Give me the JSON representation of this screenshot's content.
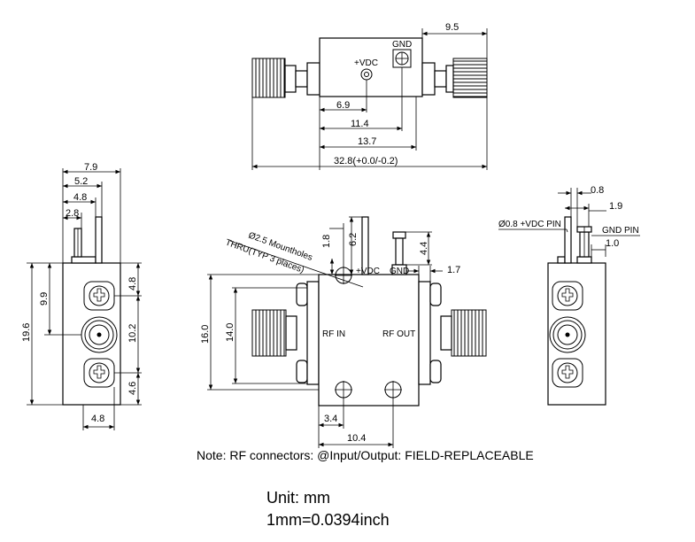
{
  "top_view": {
    "vdc_label": "+VDC",
    "gnd_label": "GND",
    "dim_connector": "9.5",
    "dim_vdc": "6.9",
    "dim_gnd": "11.4",
    "dim_body": "13.7",
    "dim_overall": "32.8(+0.0/-0.2)"
  },
  "left_view": {
    "dim_width": "7.9",
    "dim_a": "5.2",
    "dim_b": "4.8",
    "dim_c": "2.8",
    "dim_height": "19.6",
    "dim_upper": "9.9",
    "dim_top_screw": "4.8",
    "dim_center": "10.2",
    "dim_bottom_screw": "4.6",
    "dim_base": "4.8"
  },
  "front_view": {
    "hole_label": "Ø2.5 Mountholes",
    "thru_label": "THRU(TYP 3 places)",
    "vdc_label": "+VDC",
    "gnd_label": "GND",
    "rf_in_label": "RF IN",
    "rf_out_label": "RF OUT",
    "dim_pin_offset": "1.8",
    "dim_vdc_pin": "6.2",
    "dim_gnd_pin": "4.4",
    "dim_edge": "1.7",
    "dim_height": "16.0",
    "dim_inner": "14.0",
    "dim_hole_x": "3.4",
    "dim_hole_span": "10.4"
  },
  "right_view": {
    "pin_label": "Ø0.8  +VDC PIN",
    "gnd_pin_label": "GND PIN",
    "dim_a": "0.8",
    "dim_b": "1.9",
    "dim_c": "1.0"
  },
  "notes": {
    "note": "Note: RF connectors: @Input/Output: FIELD-REPLACEABLE",
    "unit": "Unit: mm",
    "conversion": "1mm=0.0394inch"
  }
}
